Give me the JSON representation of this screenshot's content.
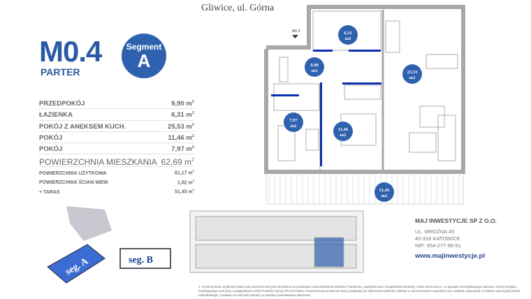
{
  "header": {
    "city": "Gliwice, ul. Górna"
  },
  "unit": {
    "code": "M0.4",
    "floor": "PARTER",
    "segment_label": "Segment",
    "segment": "A",
    "plan_marker": "M0.4"
  },
  "rooms": [
    {
      "name": "PRZEDPOKÓJ",
      "area": "9,90 m",
      "type": "normal"
    },
    {
      "name": "ŁAZIENKA",
      "area": "6,31 m",
      "type": "normal"
    },
    {
      "name": "POKÓJ Z ANEKSEM KUCH.",
      "area": "25,53 m",
      "type": "normal"
    },
    {
      "name": "POKÓJ",
      "area": "11,46 m",
      "type": "normal"
    },
    {
      "name": "POKÓJ",
      "area": "7,97 m",
      "type": "normal"
    },
    {
      "name": "POWIERZCHNIA MIESZKANIA",
      "area": "62,69 m",
      "type": "big"
    },
    {
      "name": "POWIERZCHNIA UŻYTKOWA",
      "area": "61,17 m",
      "type": "small"
    },
    {
      "name": "POWIERZCHNIA ŚCIAN WEW.",
      "area": "1,52 m",
      "type": "small"
    },
    {
      "name": "+ TARAS",
      "area": "51,45 m",
      "type": "small"
    }
  ],
  "plan_labels": {
    "bath": "6,31",
    "hall": "9,90",
    "living": "25,53",
    "room_small": "7,97",
    "room": "11,46",
    "terrace": "51,45",
    "unit": "m2"
  },
  "keymap": {
    "seg_a": "seg. A",
    "seg_b": "seg. B"
  },
  "company": {
    "name": "MAJ INWESTYCJE SP Z O.O.",
    "street": "UL. MROŹNA 45",
    "city": "40-316 KATOWICE",
    "nip": "NIP: 954-277-96-51",
    "web": "www.majinwestycje.pl"
  },
  "footnote": "1. Powierzchnia użytkowa lokali oraz pomieszczeń jest określona na podstawie rozporządzenia Ministra Transportu, Budownictwa i Gospodarki Morskiej z dnia 25.04.2012 r. w sprawie szczegółowego zakresu i formy projektu budowlanego oraz przy uwzględnieniu treści Polskiej Normy PN-ISO 9836. Powierzchnia ta stanowi bazę podstawę do obliczenia wielkości udziału w nieruchomości wspólnej oraz zostanie ujawniona w księdze wieczystej lokalu mieszkalnego, zostanie na wniosek zawarty w umowie przeniesienia własności.",
  "colors": {
    "accent": "#2f62ae",
    "wall": "#a8a8a8"
  }
}
